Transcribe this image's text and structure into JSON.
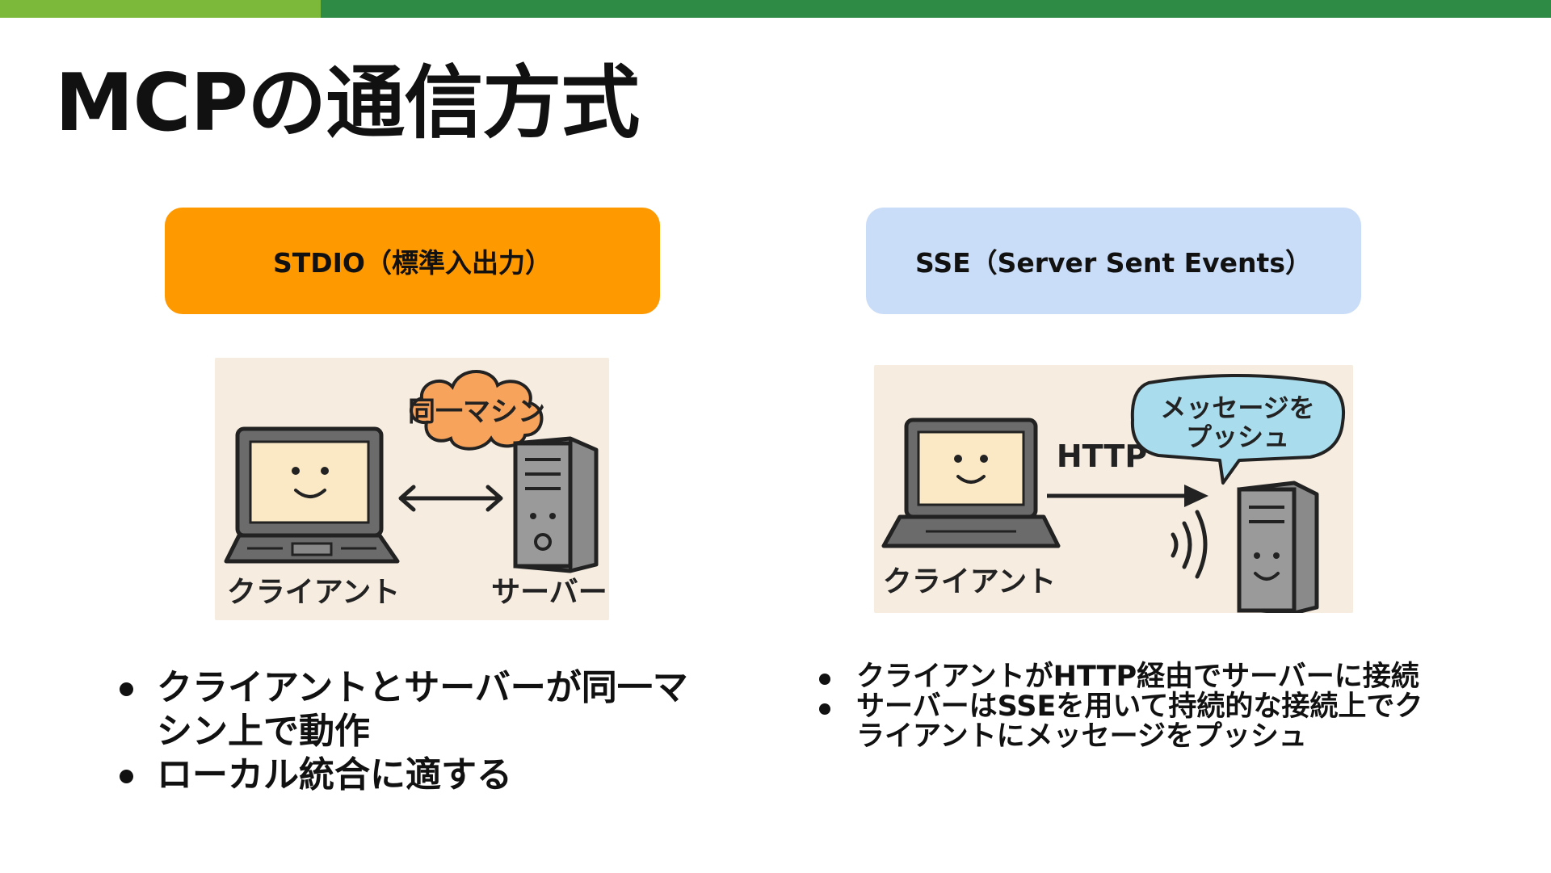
{
  "slide": {
    "title": "MCPの通信方式"
  },
  "colors": {
    "topbar_left": "#7cb83a",
    "topbar_right": "#2e8b45",
    "stdio_pill": "#ff9900",
    "sse_pill": "#c9dcf8",
    "illustration_bg": "#f6ece0",
    "cloud": "#f7a35c",
    "bubble": "#a9dcec"
  },
  "stdio": {
    "label": "STDIO（標準入出力）",
    "illustration": {
      "cloud_text": "同一マシン",
      "client_label": "クライアント",
      "server_label": "サーバー",
      "icons": [
        "laptop-icon",
        "server-icon",
        "double-arrow-icon"
      ]
    },
    "bullets": [
      "クライアントとサーバーが同一マシン上で動作",
      "ローカル統合に適する"
    ]
  },
  "sse": {
    "label": "SSE（Server Sent Events）",
    "illustration": {
      "bubble_line1": "メッセージを",
      "bubble_line2": "プッシュ",
      "arrow_label": "HTTP",
      "client_label": "クライアント",
      "icons": [
        "laptop-icon",
        "server-icon",
        "arrow-right-icon",
        "signal-waves-icon"
      ]
    },
    "bullets": [
      "クライアントがHTTP経由でサーバーに接続",
      "サーバーはSSEを用いて持続的な接続上でクライアントにメッセージをプッシュ"
    ]
  }
}
